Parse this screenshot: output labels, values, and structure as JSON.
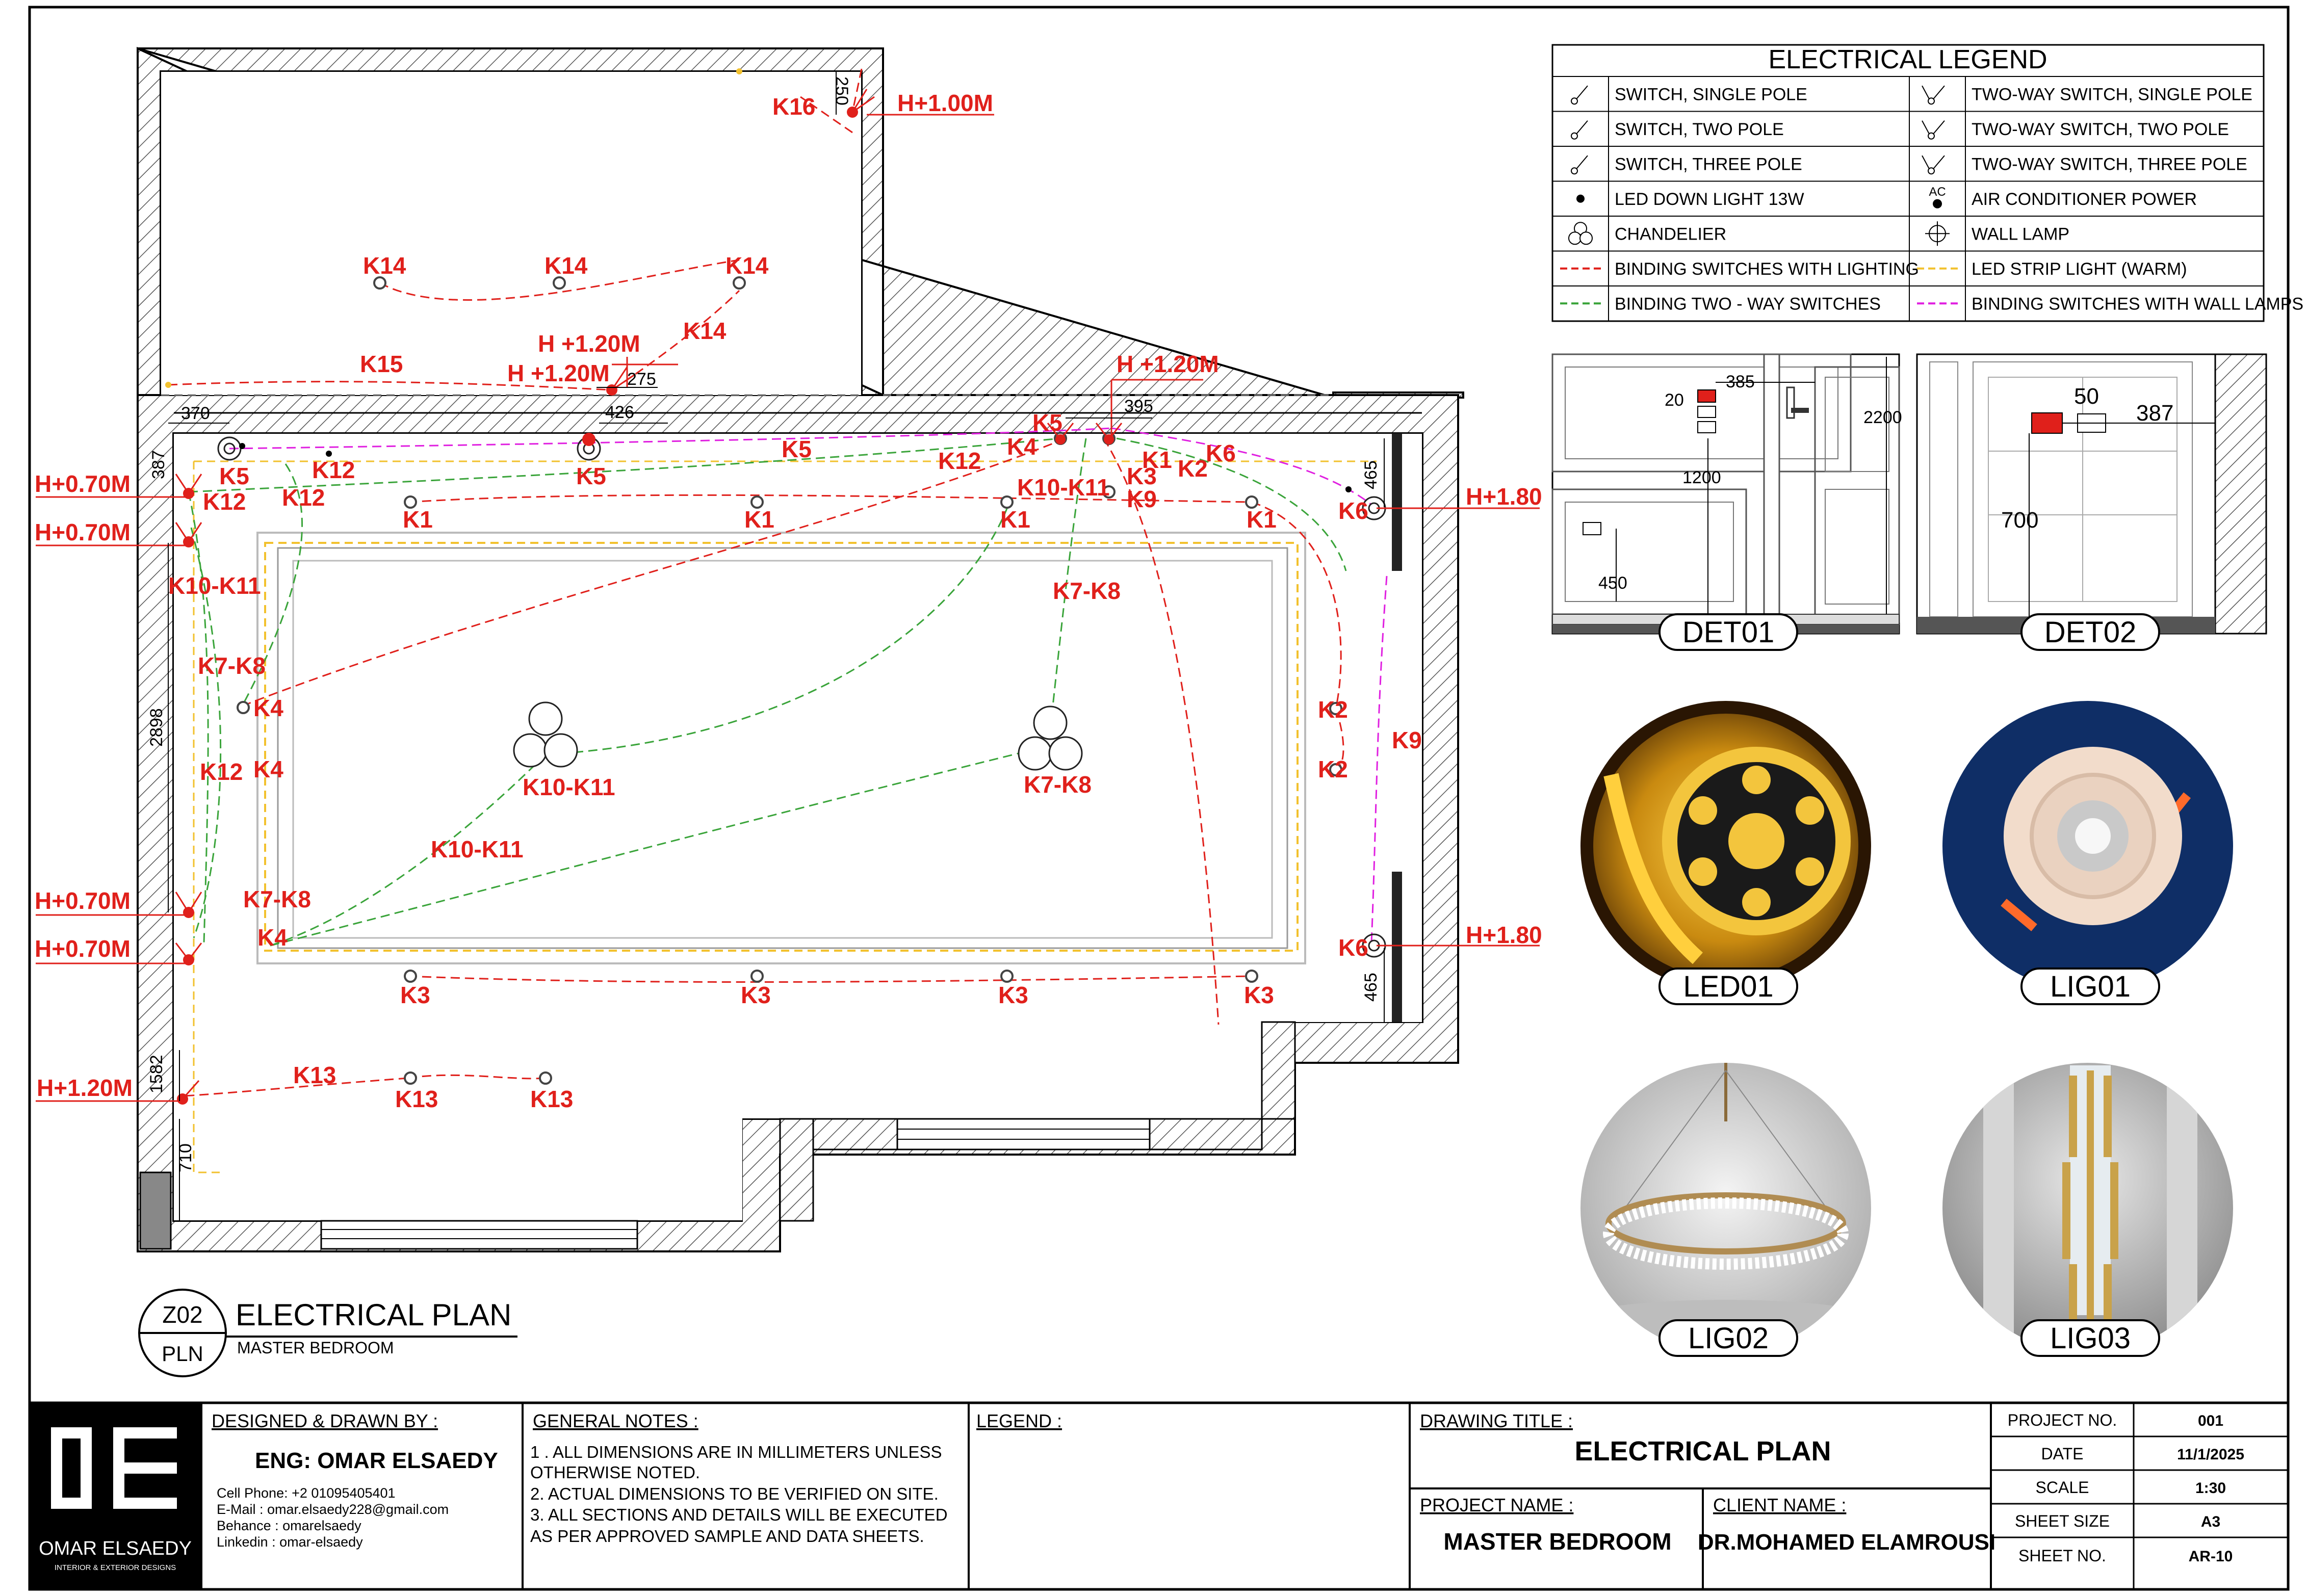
{
  "plan": {
    "circuit_labels": {
      "K16": "K16",
      "K14": "K14",
      "K15": "K15",
      "K5": "K5",
      "K12": "K12",
      "K1": "K1",
      "K4": "K4",
      "K10_K11": "K10-K11",
      "K7_K8": "K7-K8",
      "K3": "K3",
      "K13": "K13",
      "K2": "K2",
      "K6": "K6",
      "K9": "K9"
    },
    "heights": {
      "h100": "H+1.00M",
      "h120_sp": "H +1.20M",
      "h120": "H+1.20M",
      "h070": "H+0.70M",
      "h180": "H+1.80"
    },
    "dimensions": {
      "d250": "250",
      "d275": "275",
      "d426": "426",
      "d370": "370",
      "d395": "395",
      "d387": "387",
      "d465": "465",
      "d2898": "2898",
      "d1582": "1582",
      "d710": "710"
    }
  },
  "legend": {
    "title": "ELECTRICAL LEGEND",
    "items": [
      {
        "icon": "switch-single-pole-icon",
        "label": "SWITCH, SINGLE POLE"
      },
      {
        "icon": "two-way-switch-single-pole-icon",
        "label": "TWO-WAY SWITCH, SINGLE POLE"
      },
      {
        "icon": "switch-two-pole-icon",
        "label": "SWITCH, TWO POLE"
      },
      {
        "icon": "two-way-switch-two-pole-icon",
        "label": "TWO-WAY SWITCH, TWO POLE"
      },
      {
        "icon": "switch-three-pole-icon",
        "label": "SWITCH, THREE POLE"
      },
      {
        "icon": "two-way-switch-three-pole-icon",
        "label": "TWO-WAY SWITCH, THREE POLE"
      },
      {
        "icon": "led-down-light-icon",
        "label": "LED DOWN LIGHT 13W"
      },
      {
        "icon": "air-conditioner-power-icon",
        "label": "AIR CONDITIONER POWER",
        "icon_text": "AC"
      },
      {
        "icon": "chandelier-icon",
        "label": "CHANDELIER"
      },
      {
        "icon": "wall-lamp-icon",
        "label": "WALL LAMP"
      },
      {
        "icon": "red-dashed-line-icon",
        "label": "BINDING SWITCHES WITH LIGHTING",
        "color": "#e0201b"
      },
      {
        "icon": "yellow-dashed-line-icon",
        "label": "LED STRIP LIGHT (WARM)",
        "color": "#f2c12e"
      },
      {
        "icon": "green-dashed-line-icon",
        "label": "BINDING TWO - WAY SWITCHES",
        "color": "#3aa43a"
      },
      {
        "icon": "magenta-dashed-line-icon",
        "label": "BINDING SWITCHES WITH WALL LAMPS",
        "color": "#e020e0"
      }
    ]
  },
  "details": {
    "det01": {
      "label": "DET01",
      "dims": [
        "20",
        "385",
        "2200",
        "1200",
        "450"
      ]
    },
    "det02": {
      "label": "DET02",
      "dims": [
        "50",
        "387",
        "700"
      ]
    }
  },
  "samples": {
    "led01": "LED01",
    "lig01": "LIG01",
    "lig02": "LIG02",
    "lig03": "LIG03"
  },
  "view_title": {
    "code_top": "Z02",
    "code_bottom": "PLN",
    "title": "ELECTRICAL PLAN",
    "subtitle": "MASTER BEDROOM"
  },
  "title_block": {
    "logo_name": "OMAR ELSAEDY",
    "logo_tagline": "INTERIOR & EXTERIOR DESIGNS",
    "designed_label": "DESIGNED & DRAWN BY :",
    "designer": "ENG: OMAR ELSAEDY",
    "contact": [
      "Cell Phone: +2 01095405401",
      "E-Mail       : omar.elsaedy228@gmail.com",
      "Behance    : omarelsaedy",
      "Linkedin     : omar-elsaedy"
    ],
    "notes_label": "GENERAL NOTES :",
    "notes": [
      "1 . ALL DIMENSIONS ARE IN MILLIMETERS UNLESS",
      "OTHERWISE NOTED.",
      "2. ACTUAL DIMENSIONS TO BE VERIFIED ON SITE.",
      "3. ALL SECTIONS AND DETAILS WILL BE EXECUTED",
      "AS PER APPROVED SAMPLE AND DATA SHEETS."
    ],
    "legend_label": "LEGEND :",
    "drawing_title_label": "DRAWING TITLE :",
    "drawing_title": "ELECTRICAL PLAN",
    "project_name_label": "PROJECT NAME :",
    "project_name": "MASTER BEDROOM",
    "client_name_label": "CLIENT NAME :",
    "client_name": "DR.MOHAMED ELAMROUSI",
    "info": [
      {
        "label": "PROJECT NO.",
        "value": "001"
      },
      {
        "label": "DATE",
        "value": "11/1/2025"
      },
      {
        "label": "SCALE",
        "value": "1:30"
      },
      {
        "label": "SHEET SIZE",
        "value": "A3"
      },
      {
        "label": "SHEET NO.",
        "value": "AR-10"
      }
    ]
  }
}
